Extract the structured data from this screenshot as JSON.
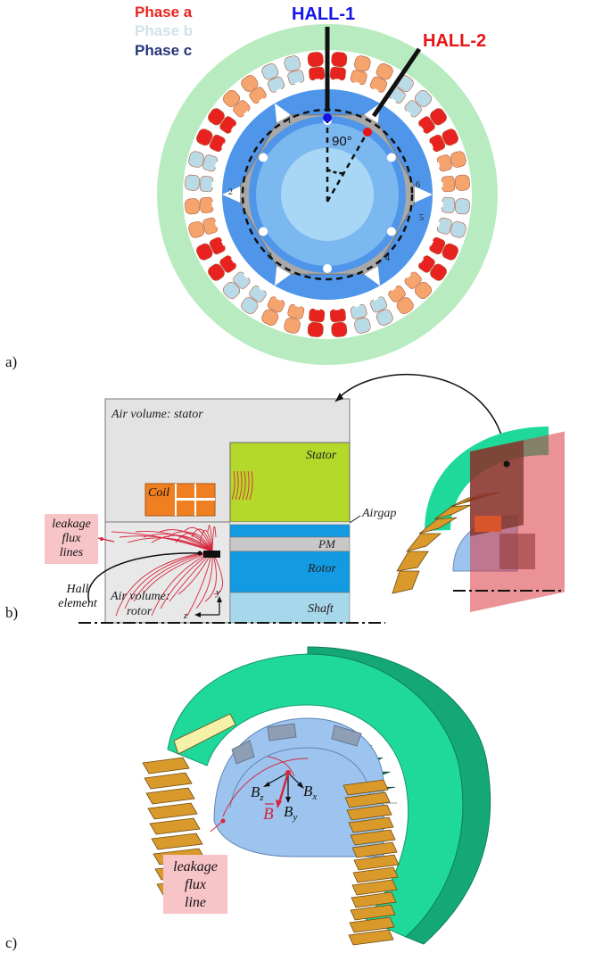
{
  "panel_a": {
    "label": "a)",
    "legend": [
      {
        "text": "Phase a",
        "color": "#e8231f"
      },
      {
        "text": "Phase b",
        "color": "#cfe3ea"
      },
      {
        "text": "Phase c",
        "color": "#26357a"
      }
    ],
    "hall1": "HALL-1",
    "hall2": "HALL-2",
    "angle": "90°",
    "slot_numbers": [
      "1",
      "2",
      "3",
      "4",
      "5",
      "6"
    ],
    "colors": {
      "stator": "#b8ecc0",
      "rotor_blue": "#4f96ea",
      "shaft": "#a7d7f5",
      "phase_a": "#e8231f",
      "phase_a_light": "#f6a46d",
      "phase_b": "#b9dbe8",
      "magnet": "#a8a8a8",
      "hall1": "#1414e6",
      "hall2": "#e61414"
    }
  },
  "panel_b": {
    "label": "b)",
    "air_stator": "Air volume: stator",
    "stator": "Stator",
    "coil": "Coil",
    "airgap": "Airgap",
    "pm": "PM",
    "rotor": "Rotor",
    "shaft": "Shaft",
    "leakage": [
      "leakage",
      "flux",
      "lines"
    ],
    "hall": [
      "Hall",
      "element"
    ],
    "air_rotor": [
      "Air volume:",
      "rotor"
    ],
    "axis_y": "y",
    "axis_z": "z",
    "colors": {
      "air": "#e3e3e3",
      "stator": "#b5d92a",
      "coil": "#f07f22",
      "pm": "#c8c8c8",
      "rotor": "#129be2",
      "shaft": "#a7d7ea",
      "flux": "#d7263d",
      "note_bg": "#f7c4c8"
    }
  },
  "panel_c": {
    "label": "c)",
    "leakage": [
      "leakage",
      "flux",
      "line"
    ],
    "bz": "B",
    "bz_sub": "z",
    "bx": "B",
    "bx_sub": "x",
    "by": "B",
    "by_sub": "y",
    "b": "B",
    "colors": {
      "stator": "#1fd99a",
      "stator_dark": "#15a877",
      "coil": "#d99a2b",
      "rotor": "#9cc4ee"
    }
  }
}
